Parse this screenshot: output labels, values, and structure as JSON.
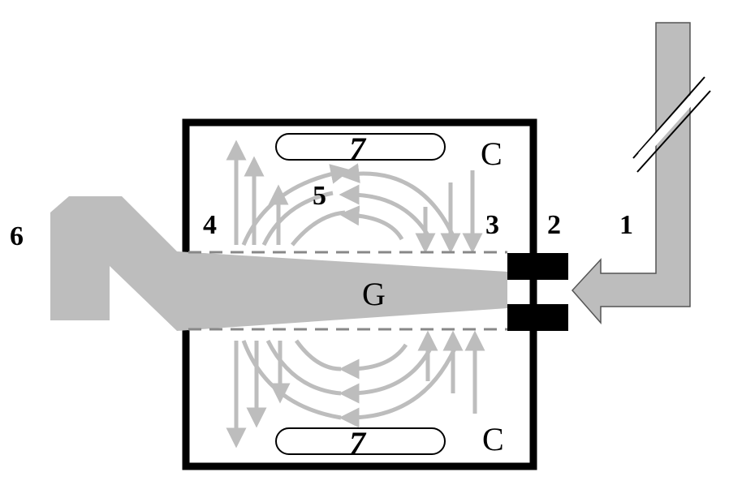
{
  "labels": {
    "pipe": "1",
    "nozzle": "2",
    "region3": "3",
    "region4": "4",
    "region5": "5",
    "outlet": "6",
    "element7_top": "7",
    "element7_bottom": "7",
    "chamber_top": "C",
    "chamber_bottom": "C",
    "gas": "G"
  },
  "colors": {
    "gas": "#bdbdbd",
    "outline": "#000000"
  }
}
